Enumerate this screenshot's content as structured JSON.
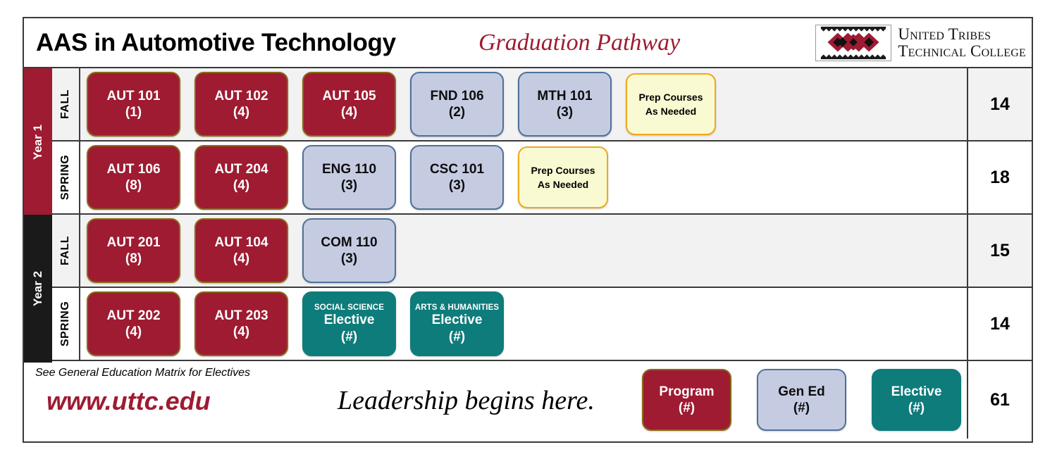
{
  "header": {
    "program_title": "AAS in Automotive Technology",
    "pathway_title": "Graduation Pathway",
    "logo_line1": "United Tribes",
    "logo_line2": "Technical College",
    "logo_icon": "united-tribes-diamond-logo"
  },
  "colors": {
    "program": "#9E1B32",
    "gened": "#C5CCE2",
    "gened_border": "#4F719B",
    "elective": "#0E7C7B",
    "prep": "#FAFAD2",
    "prep_border": "#F0A81E",
    "year1_band": "#9E1B32",
    "year2_band": "#1A1A1A"
  },
  "years": [
    {
      "label": "Year 1",
      "band": "red"
    },
    {
      "label": "Year 2",
      "band": "black"
    }
  ],
  "terms": [
    {
      "year": "Year 1",
      "term": "FALL",
      "credits": "14",
      "courses": [
        {
          "type": "program",
          "code": "AUT 101",
          "credits": "(1)"
        },
        {
          "type": "program",
          "code": "AUT 102",
          "credits": "(4)"
        },
        {
          "type": "program",
          "code": "AUT 105",
          "credits": "(4)"
        },
        {
          "type": "gened",
          "code": "FND 106",
          "credits": "(2)"
        },
        {
          "type": "gened",
          "code": "MTH 101",
          "credits": "(3)"
        },
        {
          "type": "prep",
          "line1": "Prep Courses",
          "line2": "As Needed"
        }
      ]
    },
    {
      "year": "Year 1",
      "term": "SPRING",
      "credits": "18",
      "courses": [
        {
          "type": "program",
          "code": "AUT 106",
          "credits": "(8)"
        },
        {
          "type": "program",
          "code": "AUT 204",
          "credits": "(4)"
        },
        {
          "type": "gened",
          "code": "ENG 110",
          "credits": "(3)"
        },
        {
          "type": "gened",
          "code": "CSC 101",
          "credits": "(3)"
        },
        {
          "type": "prep",
          "line1": "Prep Courses",
          "line2": "As Needed"
        }
      ]
    },
    {
      "year": "Year 2",
      "term": "FALL",
      "credits": "15",
      "courses": [
        {
          "type": "program",
          "code": "AUT 201",
          "credits": "(8)"
        },
        {
          "type": "program",
          "code": "AUT 104",
          "credits": "(4)"
        },
        {
          "type": "gened",
          "code": "COM 110",
          "credits": "(3)"
        }
      ]
    },
    {
      "year": "Year 2",
      "term": "SPRING",
      "credits": "14",
      "courses": [
        {
          "type": "program",
          "code": "AUT 202",
          "credits": "(4)"
        },
        {
          "type": "program",
          "code": "AUT 203",
          "credits": "(4)"
        },
        {
          "type": "elective",
          "category": "SOCIAL SCIENCE",
          "code": "Elective",
          "credits": "(#)"
        },
        {
          "type": "elective",
          "category": "ARTS & HUMANITIES",
          "code": "Elective",
          "credits": "(#)"
        }
      ]
    }
  ],
  "footer": {
    "matrix_note": "See General Education Matrix for Electives",
    "url": "www.uttc.edu",
    "tagline": "Leadership begins here.",
    "total_credits": "61",
    "legend": [
      {
        "type": "program",
        "code": "Program",
        "credits": "(#)"
      },
      {
        "type": "gened",
        "code": "Gen Ed",
        "credits": "(#)"
      },
      {
        "type": "elective",
        "code": "Elective",
        "credits": "(#)"
      }
    ]
  }
}
